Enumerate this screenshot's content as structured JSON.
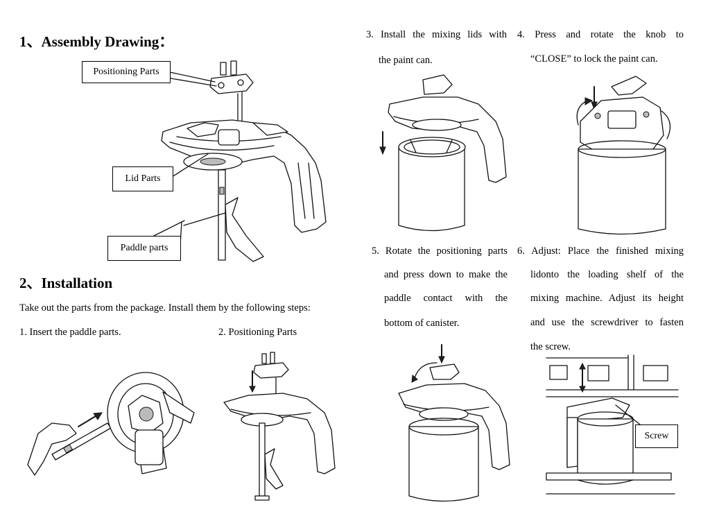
{
  "assembly": {
    "heading": "1、Assembly Drawing：",
    "callouts": {
      "positioning": "Positioning Parts",
      "lid": "Lid Parts",
      "paddle": "Paddle parts"
    }
  },
  "installation": {
    "heading": "2、Installation",
    "intro": "Take out the parts from the package. Install them by the following steps:",
    "step1": "1. Insert the paddle parts.",
    "step2": "2. Positioning Parts"
  },
  "steps": {
    "s3": {
      "line1": "3.  Install  the  mixing  lids  with",
      "line2": "the paint can."
    },
    "s4": {
      "line1": "4.   Press   and   rotate   the   knob   to",
      "line2": "“CLOSE” to lock the paint can."
    },
    "s5": {
      "line1": "5.  Rotate  the  positioning  parts",
      "line2": "and press down to make the",
      "line3": "paddle   contact   with   the",
      "line4": "bottom of canister."
    },
    "s6": {
      "line1": "6.  Adjust:  Place  the  finished  mixing",
      "line2": "lidonto  the  loading  shelf  of  the",
      "line3": "mixing  machine.  Adjust  its  height",
      "line4": "and  use  the  screwdriver  to  fasten",
      "line5": "the screw."
    },
    "screw_label": "Screw"
  },
  "figures": {
    "assembly": "mixing-lid-exploded-drawing",
    "step1": "paddle-insertion-drawing",
    "step2": "positioning-parts-drawing",
    "step3": "lid-on-can-drawing",
    "step4": "knob-close-drawing",
    "step5": "press-down-drawing",
    "step6": "machine-shelf-drawing"
  },
  "colors": {
    "text": "#000000",
    "line": "#111111",
    "background": "#ffffff"
  }
}
